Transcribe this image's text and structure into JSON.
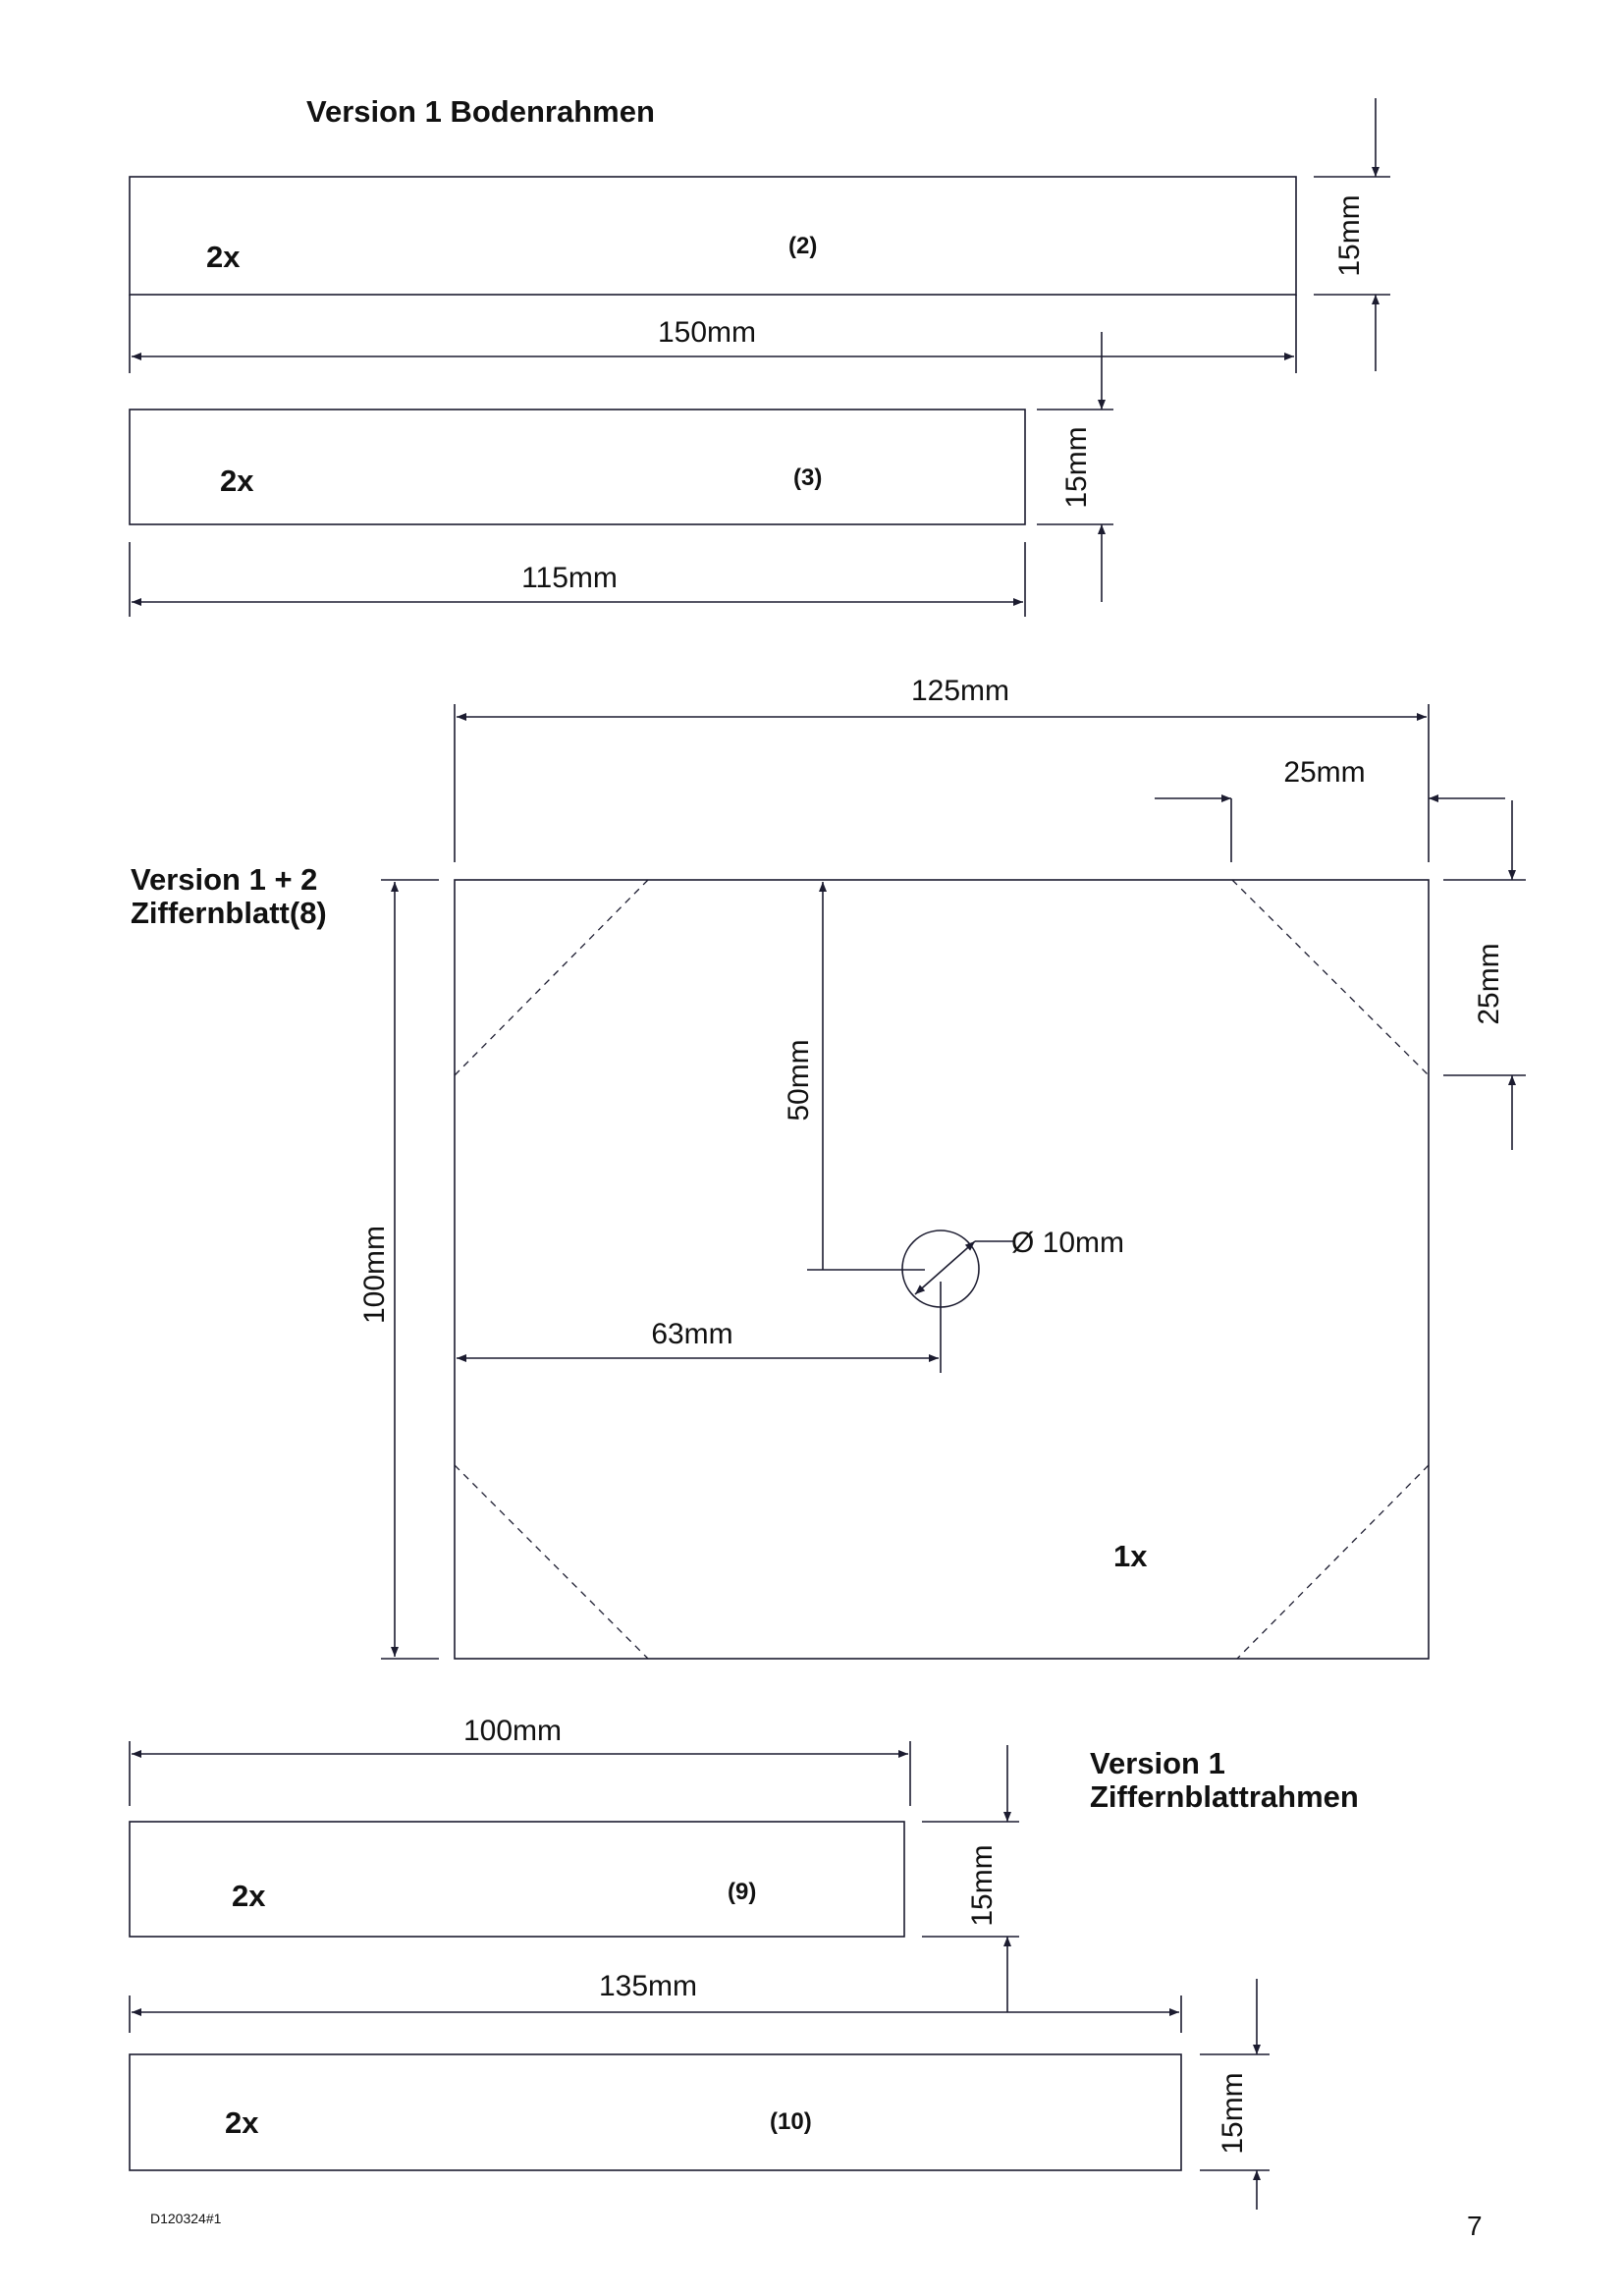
{
  "section1": {
    "title": "Version 1 Bodenrahmen",
    "part2": {
      "qty": "2x",
      "number": "(2)",
      "length": "150mm",
      "width": "15mm"
    },
    "part3": {
      "qty": "2x",
      "number": "(3)",
      "length": "115mm",
      "width": "15mm"
    }
  },
  "section2": {
    "title_line1": "Version 1 + 2",
    "title_line2": "Ziffernblatt(8)",
    "qty": "1x",
    "width": "125mm",
    "height": "100mm",
    "corner_h": "25mm",
    "corner_v": "25mm",
    "hole_from_top": "50mm",
    "hole_from_left": "63mm",
    "hole_diameter": "Ø 10mm"
  },
  "section3": {
    "title_line1": "Version 1",
    "title_line2": "Ziffernblattrahmen",
    "part9": {
      "qty": "2x",
      "number": "(9)",
      "length": "100mm",
      "width": "15mm"
    },
    "part10": {
      "qty": "2x",
      "number": "(10)",
      "length": "135mm",
      "width": "15mm"
    }
  },
  "footer": {
    "code": "D120324#1",
    "page": "7"
  }
}
